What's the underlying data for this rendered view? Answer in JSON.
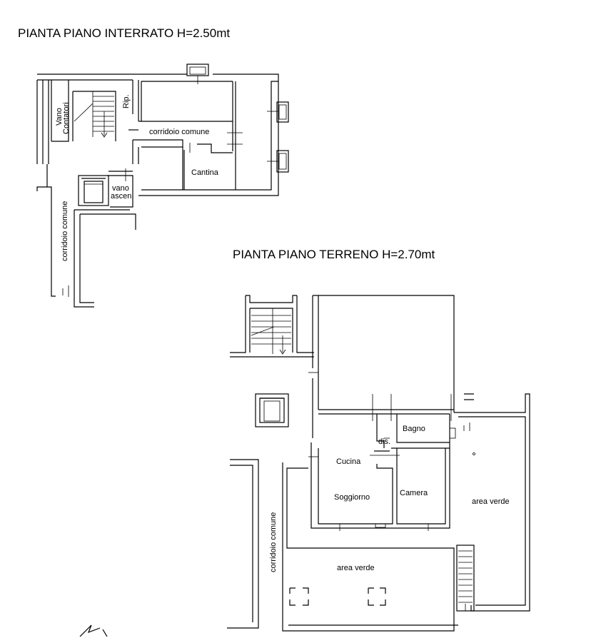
{
  "titles": {
    "basement": "PIANTA PIANO INTERRATO H=2.50mt",
    "ground": "PIANTA PIANO TERRENO H=2.70mt"
  },
  "basement_labels": {
    "vano": "Vano",
    "contatori": "Contatori",
    "rip": "Rip.",
    "corridoio": "corridoio comune",
    "cantina": "Cantina",
    "vano_asc_1": "vano",
    "vano_asc_2": "ascen.",
    "corridoio_vertical": "corridoio comune"
  },
  "ground_labels": {
    "bagno": "Bagno",
    "dis": "dis.",
    "cucina": "Cucina",
    "soggiorno": "Soggiorno",
    "camera": "Camera",
    "area_verde_right": "area verde",
    "area_verde_bottom": "area verde",
    "corridoio_vertical": "corridoio comune"
  },
  "icons": {
    "north_arrow": "north-arrow-icon",
    "elevator": "elevator-icon",
    "stair": "stair-icon"
  }
}
